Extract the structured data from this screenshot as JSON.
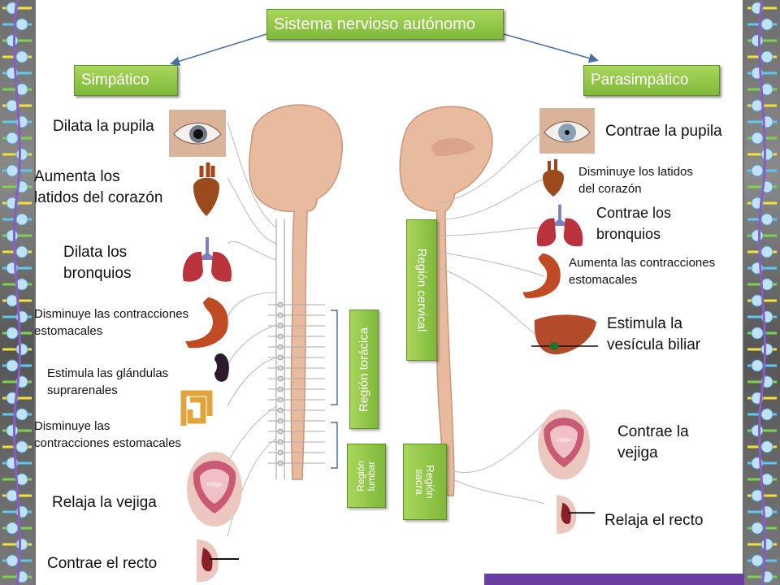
{
  "title": "Sistema nervioso autónomo",
  "left_header": "Simpático",
  "right_header": "Parasimpático",
  "sympathetic": [
    {
      "text": "Dilata la pupila",
      "organ": "eye-icon"
    },
    {
      "text": "Aumenta los\nlatidos del corazón",
      "organ": "heart-icon"
    },
    {
      "text": "Dilata los\nbronquios",
      "organ": "lungs-icon"
    },
    {
      "text": "Disminuye las contracciones\nestomacales",
      "organ": "stomach-icon"
    },
    {
      "text": "Estimula las glándulas\nsuprarenales",
      "organ": "kidney-icon"
    },
    {
      "text": "Disminuye las\ncontracciones estomacales",
      "organ": "intestine-icon"
    },
    {
      "text": "Relaja la vejiga",
      "organ": "bladder-icon"
    },
    {
      "text": "Contrae el recto",
      "organ": "rectum-icon"
    }
  ],
  "parasympathetic": [
    {
      "text": "Contrae la pupila",
      "organ": "eye-icon"
    },
    {
      "text": "Disminuye los latidos\ndel corazón",
      "organ": "heart-icon"
    },
    {
      "text": "Contrae los\nbronquios",
      "organ": "lungs-icon"
    },
    {
      "text": "Aumenta las contracciones\nestomacales",
      "organ": "stomach-icon"
    },
    {
      "text": "Estimula la\nvesícula biliar",
      "organ": "liver-icon"
    },
    {
      "text": "Contrae la\nvejiga",
      "organ": "bladder-icon"
    },
    {
      "text": "Relaja el recto",
      "organ": "rectum-icon"
    }
  ],
  "regions": {
    "toracica": "Región torácica",
    "lumbar": "Región\nlumbar",
    "cervical": "Región cervical",
    "sacra": "Región\nsacra"
  },
  "bladder_label": "Vejiga",
  "colors": {
    "header_green": "#8cc63f",
    "border_gray": "#777777",
    "brain": "#e8b89a",
    "footer_purple": "#6b3fa0"
  }
}
